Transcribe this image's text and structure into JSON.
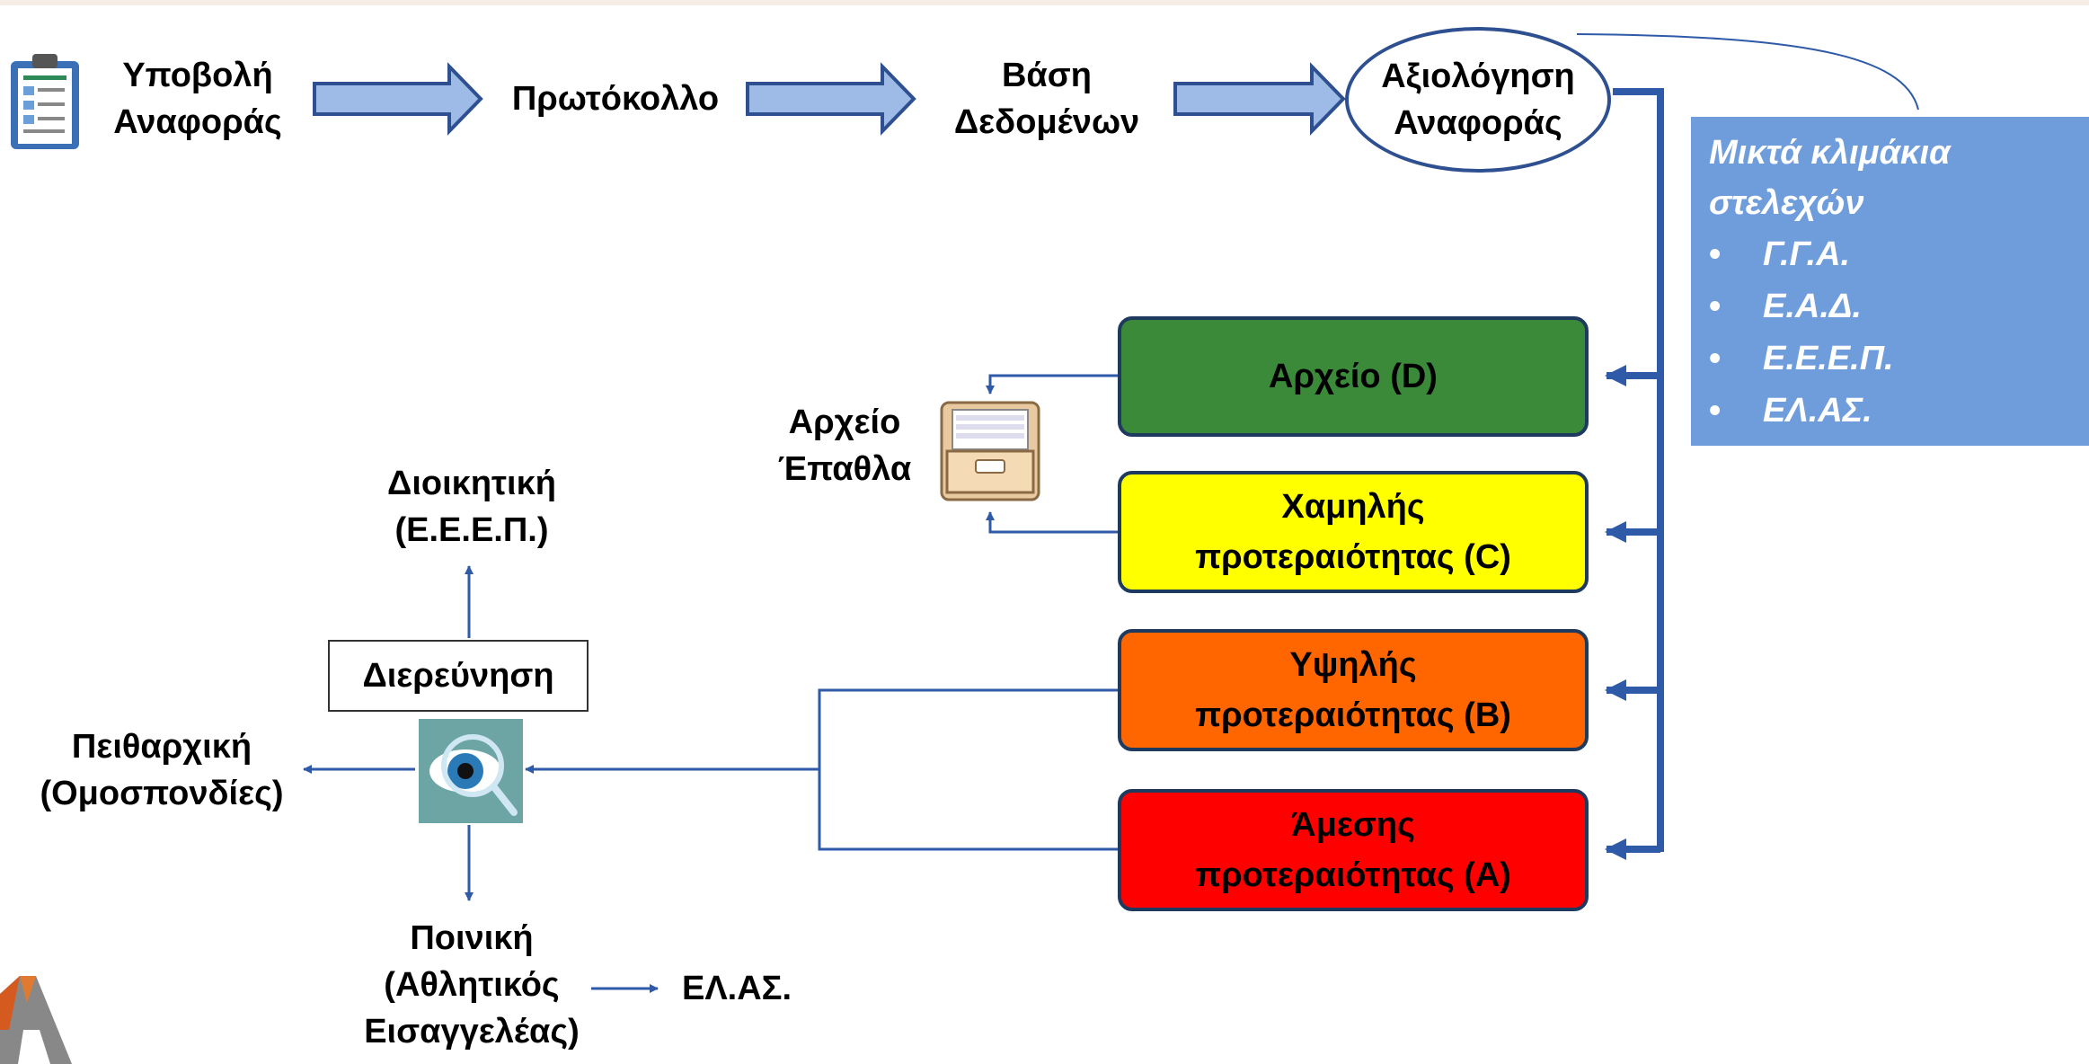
{
  "flow": {
    "submit_report": "Υποβολή\nΑναφοράς",
    "protocol": "Πρωτόκολλο",
    "database": "Βάση\nΔεδομένων",
    "evaluation": "Αξιολόγηση\nΑναφοράς"
  },
  "mixed_panel": {
    "title": "Μικτά κλιμάκια\nστελεχών",
    "items": [
      "Γ.Γ.Α.",
      "Ε.Α.Δ.",
      "Ε.Ε.Ε.Π.",
      "ΕΛ.ΑΣ."
    ]
  },
  "priorities": {
    "archive_d": "Αρχείο (D)",
    "low_c": "Χαμηλής\nπροτεραιότητας (C)",
    "high_b": "Υψηλής\nπροτεραιότητας (B)",
    "immediate_a": "Άμεσης\nπροτεραιότητας (A)"
  },
  "archive_label": "Αρχείο\nΈπαθλα",
  "investigation": "Διερεύνηση",
  "outcomes": {
    "administrative": "Διοικητική\n(Ε.Ε.Ε.Π.)",
    "disciplinary": "Πειθαρχική\n(Ομοσπονδίες)",
    "criminal": "Ποινική\n(Αθλητικός\nΕισαγγελέας)",
    "police": "ΕΛ.ΑΣ."
  },
  "colors": {
    "archive_d": "#3a8a3a",
    "low_c": "#ffff00",
    "high_b": "#ff6600",
    "immediate_a": "#ff0000",
    "mixed_panel": "#6f9ddc",
    "arrow_fill": "#9dbbe6",
    "line": "#2e5aa8"
  }
}
